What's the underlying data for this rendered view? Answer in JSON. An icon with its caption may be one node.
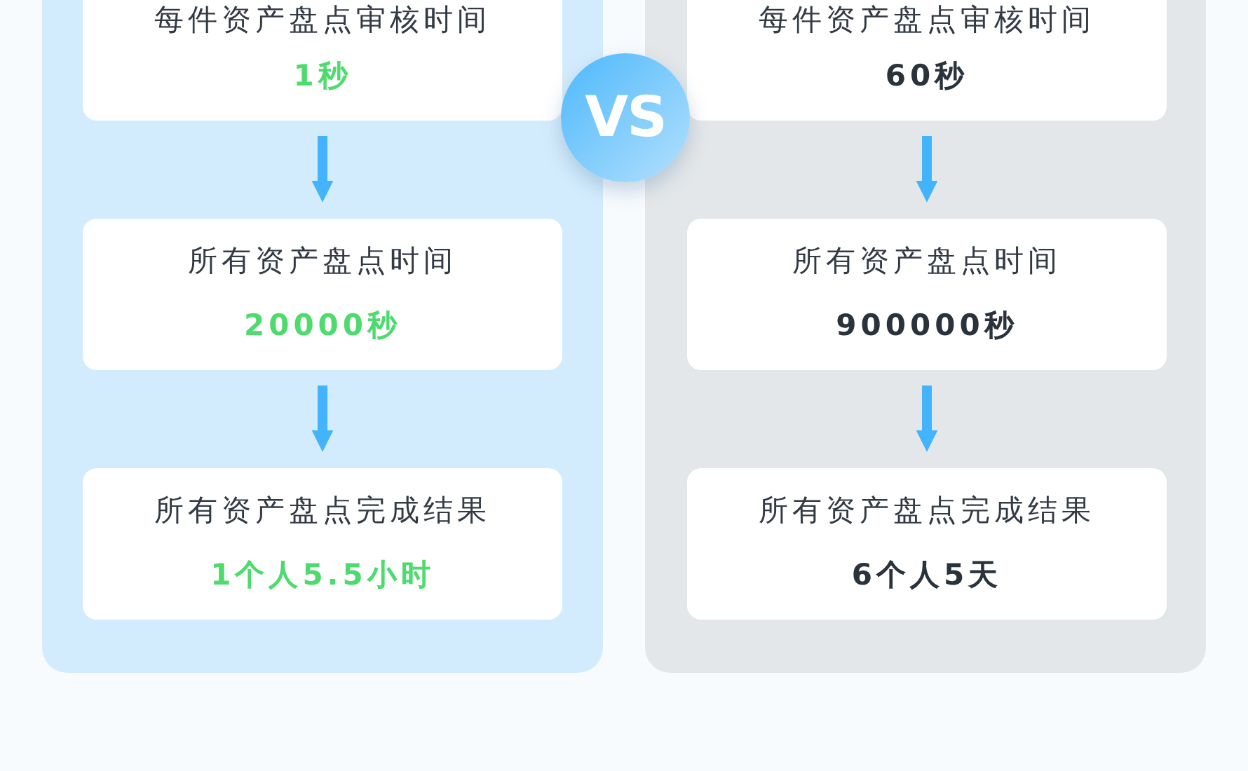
{
  "diagram": {
    "nodes": [
      {
        "text": [],
        "shape": "box"
      },
      {
        "text": [
          "每件资产盘点审核时间",
          "1秒"
        ],
        "in": 0
      },
      {
        "text": [
          "所有资产盘点时间",
          "20000秒"
        ],
        "in": 0
      },
      {
        "text": [
          "所有资产盘点完成结果",
          "1个人5.5小时"
        ],
        "in": 0
      },
      {
        "text": [],
        "shape": "box"
      },
      {
        "text": [
          "每件资产盘点审核时间",
          "60秒"
        ],
        "in": 4
      },
      {
        "text": [
          "所有资产盘点时间",
          "900000秒"
        ],
        "in": 4
      },
      {
        "text": [
          "所有资产盘点完成结果",
          "6个人5天"
        ],
        "in": 4
      },
      {
        "text": [
          "VS"
        ]
      }
    ],
    "edges": [
      {
        "from": 1,
        "to": 2,
        "arrow": "to"
      },
      {
        "from": 2,
        "to": 3,
        "arrow": "to"
      },
      {
        "from": 5,
        "to": 6,
        "arrow": "to"
      },
      {
        "from": 6,
        "to": 7,
        "arrow": "to"
      }
    ]
  }
}
